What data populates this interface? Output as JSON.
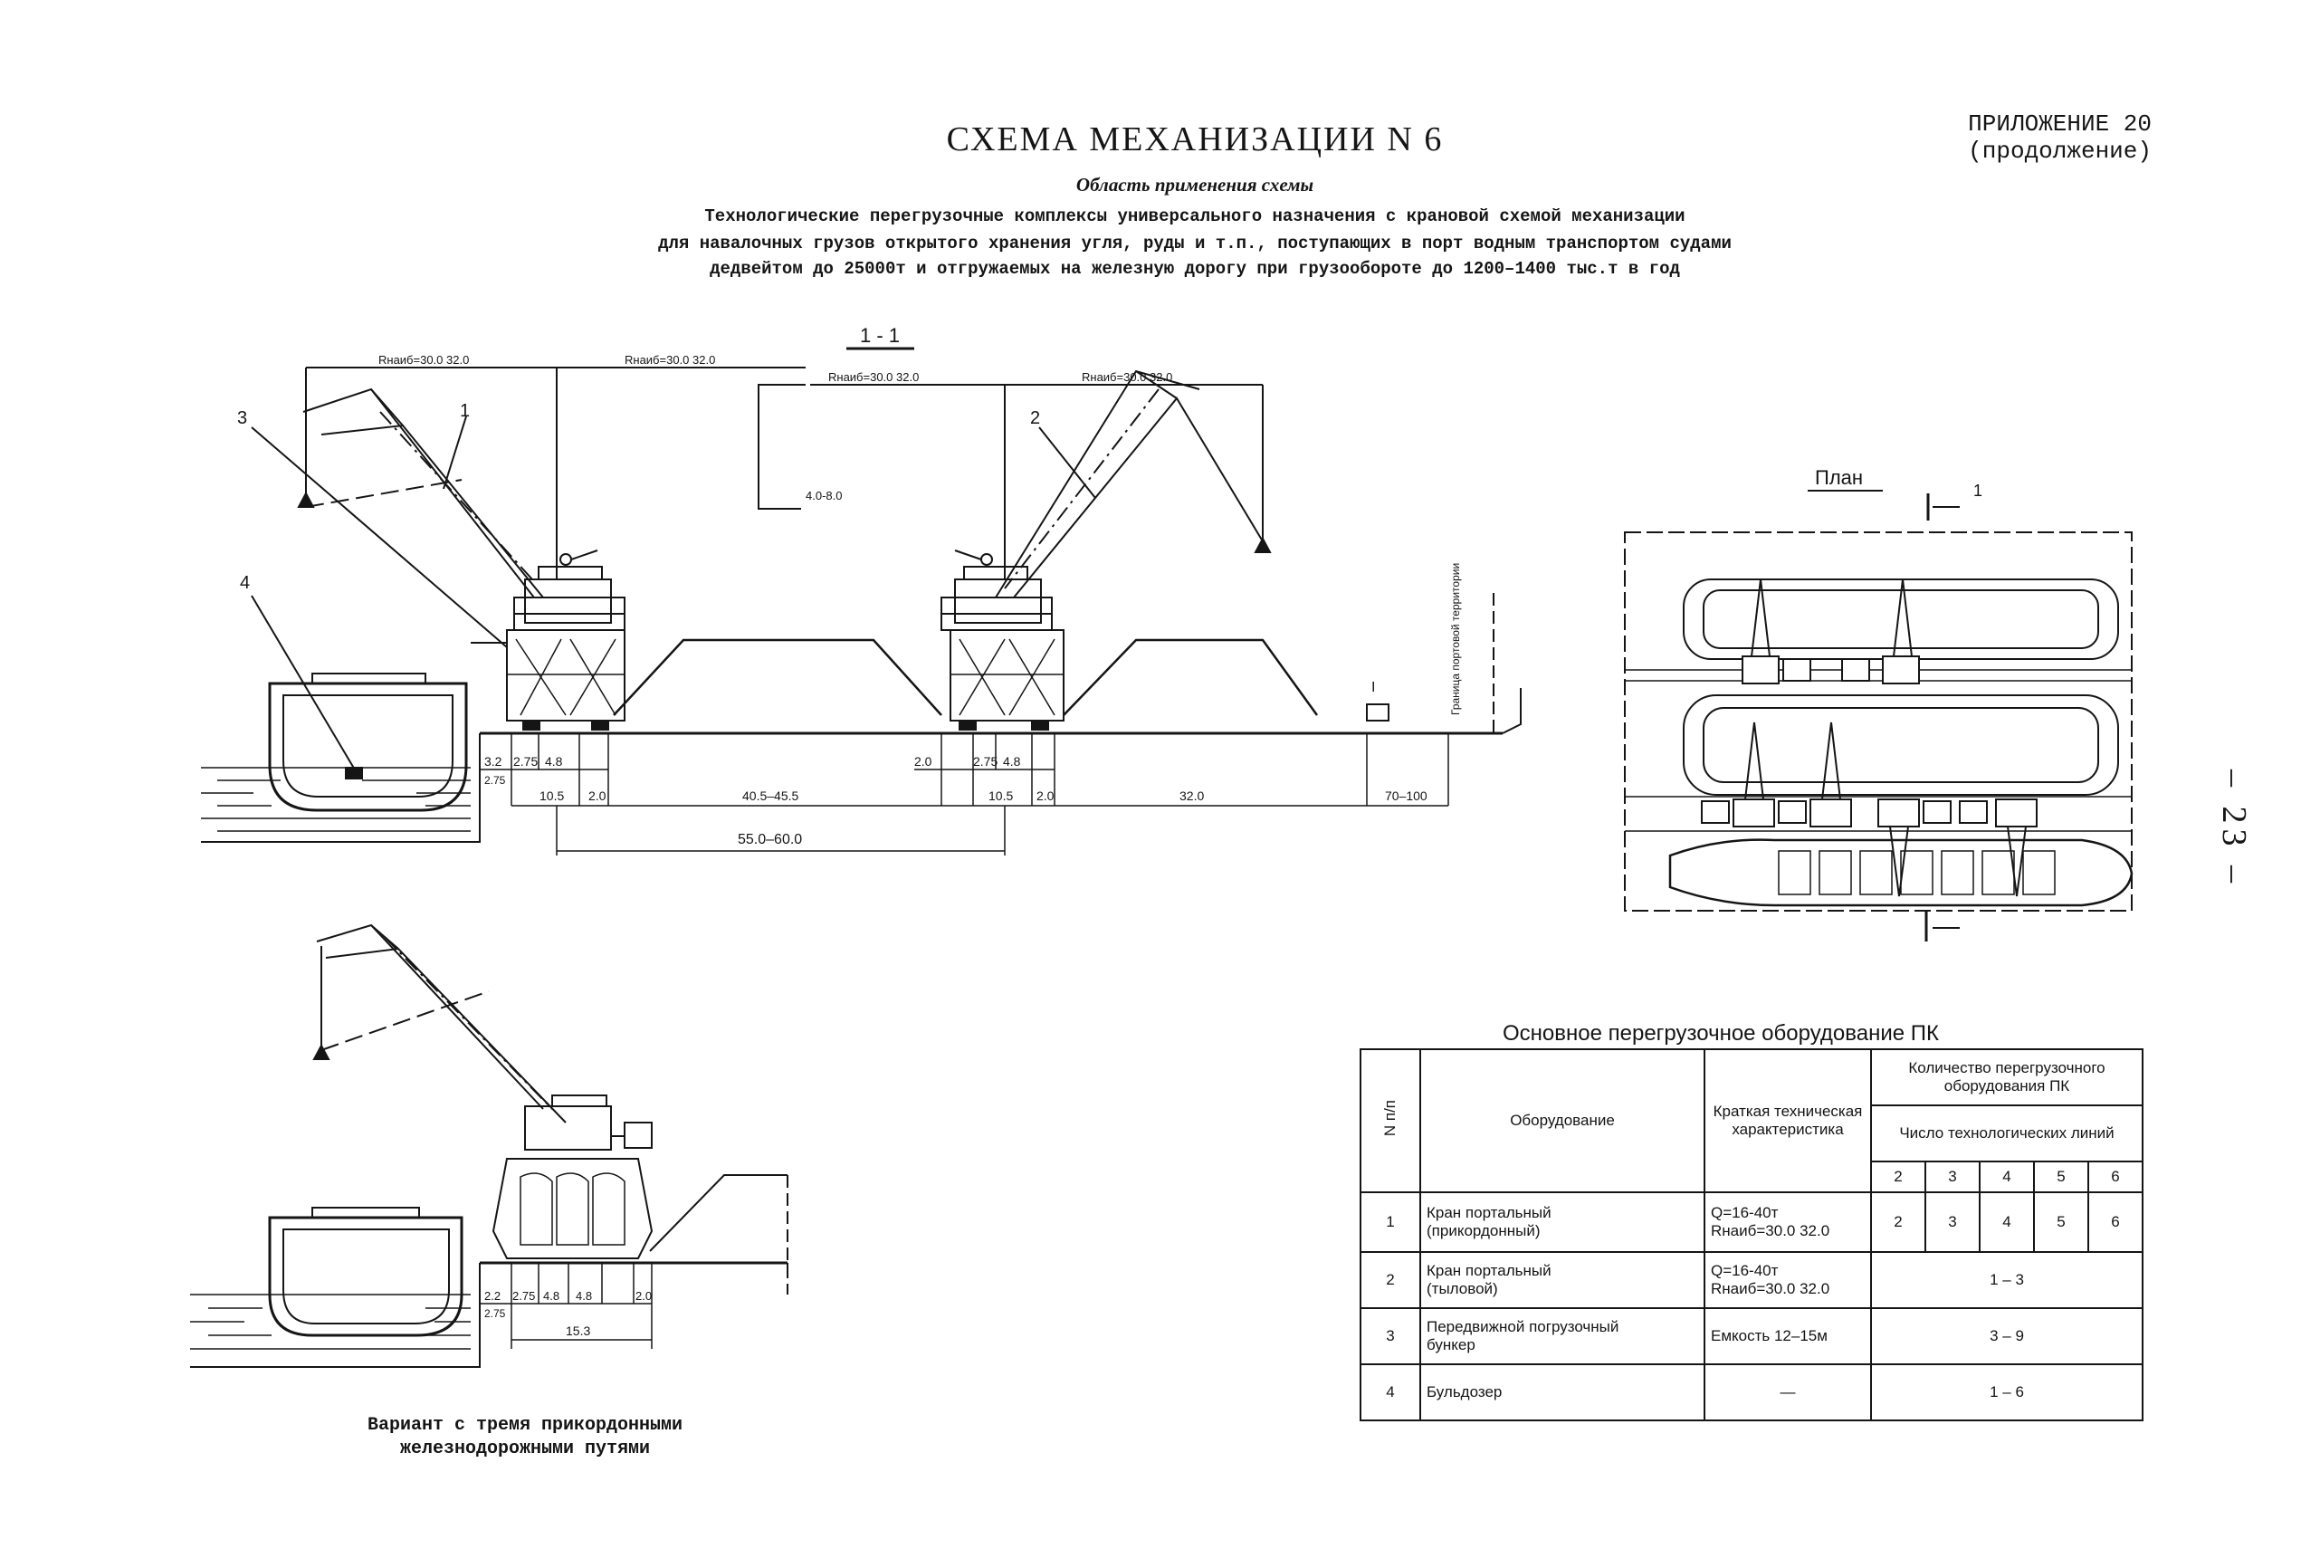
{
  "header": {
    "title": "СХЕМА МЕХАНИЗАЦИИ N 6",
    "appendix_line1": "ПРИЛОЖЕНИЕ 20",
    "appendix_line2": "(продолжение)",
    "area_title": "Область применения схемы",
    "description": [
      "Технологические перегрузочные комплексы универсального назначения с крановой схемой механизации",
      "для навалочных грузов открытого хранения угля, руды и т.п., поступающих в порт водным транспортом судами",
      "дедвейтом до 25000т и отгружаемых на железную дорогу при грузообороте до 1200–1400 тыс.т в год"
    ]
  },
  "page_number": "– 23 –",
  "section": {
    "label": "1 - 1",
    "radius_labels": [
      "Rнаиб=30.0 32.0",
      "Rнаиб=30.0 32.0",
      "Rнаиб=30.0 32.0",
      "Rнаиб=30.0 32.0"
    ],
    "callouts": [
      "1",
      "2",
      "3",
      "4"
    ],
    "height_label": "4.0-8.0",
    "boundary_label": "Граница портовой территории",
    "marker_label": "I",
    "dimensions_level1": [
      "3.2",
      "2.75",
      "4.8",
      "2.0",
      "2.75",
      "4.8"
    ],
    "dimensions_small": [
      "2.75"
    ],
    "dimensions_level2": [
      "10.5",
      "2.0",
      "40.5–45.5",
      "10.5",
      "2.0",
      "32.0",
      "70–100"
    ],
    "dimension_total": "55.0–60.0"
  },
  "plan": {
    "label": "План",
    "section_mark": "1"
  },
  "variant": {
    "dimensions_level1": [
      "2.2",
      "2.75",
      "4.8",
      "4.8",
      "2.0"
    ],
    "dimensions_small": [
      "2.75"
    ],
    "dimension_level2": "15.3",
    "caption_line1": "Вариант с тремя прикордонными",
    "caption_line2": "железнодорожными путями"
  },
  "equipment": {
    "title": "Основное перегрузочное оборудование ПК",
    "headers": {
      "num": "N п/п",
      "name": "Оборудование",
      "spec": "Краткая техническая характеристика",
      "count": "Количество перегрузочного оборудования ПК",
      "lines": "Число технологических линий",
      "line_numbers": [
        "2",
        "3",
        "4",
        "5",
        "6"
      ]
    },
    "rows": [
      {
        "num": "1",
        "name_1": "Кран портальный",
        "name_2": "(прикордонный)",
        "spec_1": "Q=16-40т",
        "spec_2": "Rнаиб=30.0 32.0",
        "counts": [
          "2",
          "3",
          "4",
          "5",
          "6"
        ]
      },
      {
        "num": "2",
        "name_1": "Кран портальный",
        "name_2": "(тыловой)",
        "spec_1": "Q=16-40т",
        "spec_2": "Rнаиб=30.0 32.0",
        "range": "1 – 3"
      },
      {
        "num": "3",
        "name_1": "Передвижной погрузочный",
        "name_2": "бункер",
        "spec_1": "Емкость 12–15м",
        "spec_2": "",
        "range": "3 – 9"
      },
      {
        "num": "4",
        "name_1": "Бульдозер",
        "name_2": "",
        "spec_1": "—",
        "spec_2": "",
        "range": "1 – 6"
      }
    ]
  }
}
